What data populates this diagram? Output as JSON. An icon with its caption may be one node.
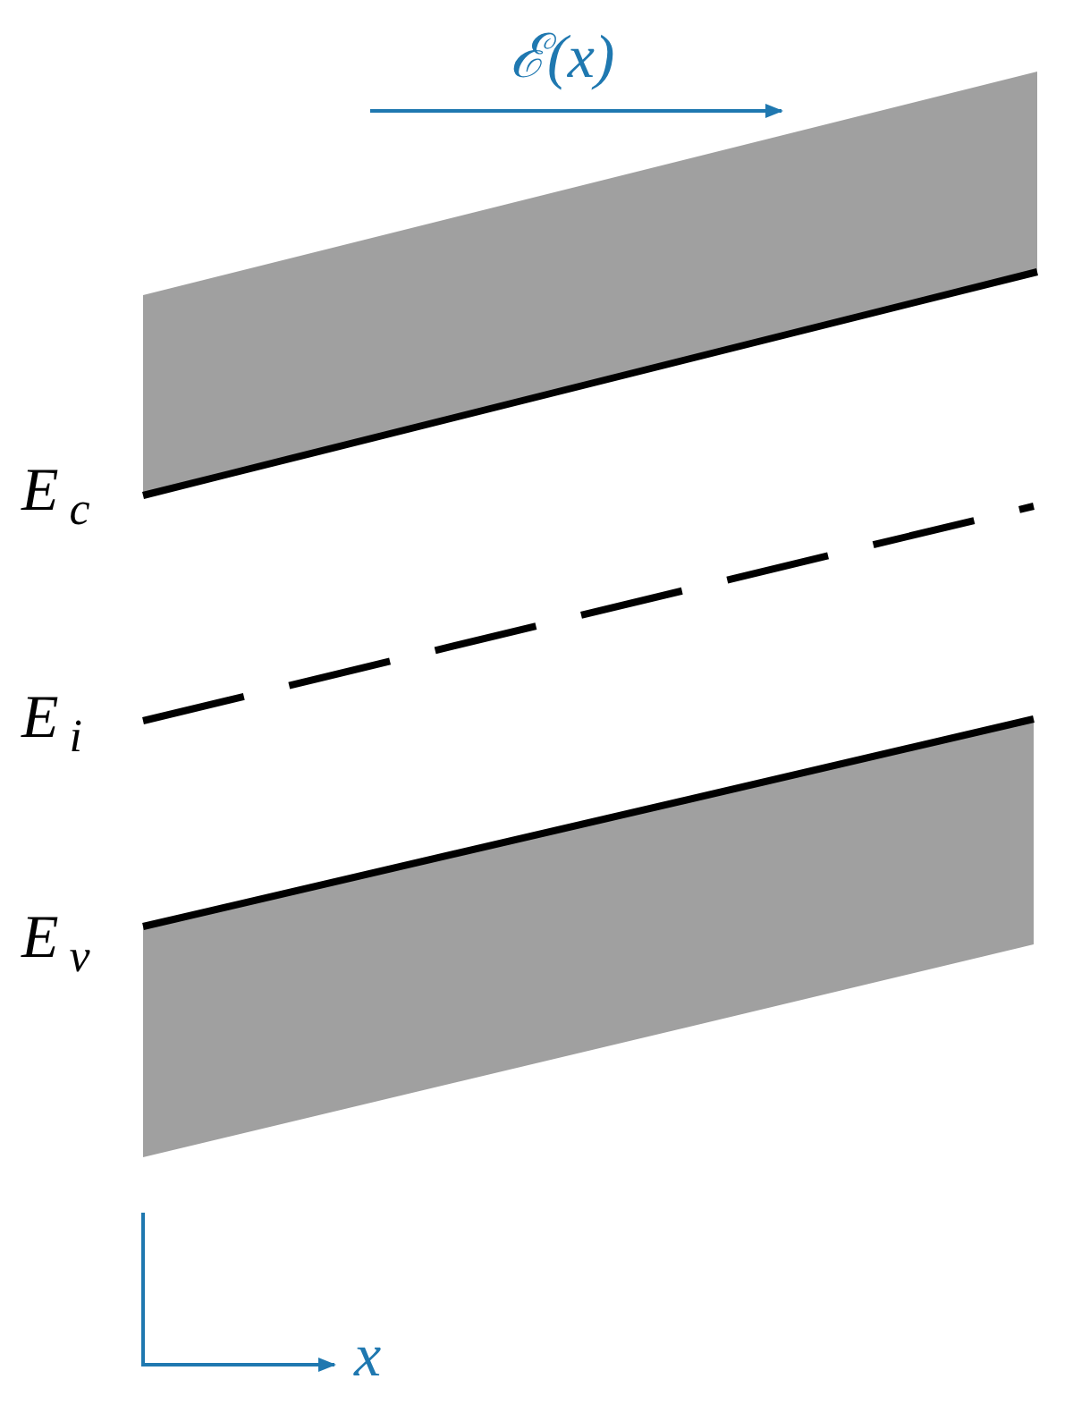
{
  "diagram": {
    "labels": [
      "ℰ(x)",
      "E$_{c}$",
      "E$_{i}$",
      "E$_{v}$",
      "x"
    ]
  }
}
